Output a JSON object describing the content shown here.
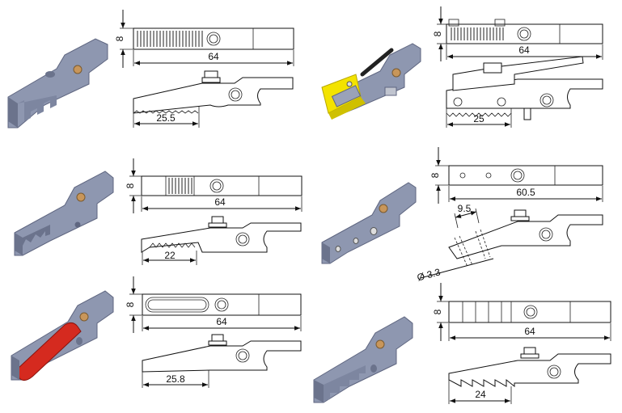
{
  "grippers": [
    {
      "id": "A",
      "height_label": "8",
      "length_label": "64",
      "jaw_label": "25.5",
      "feature": "fine serrations"
    },
    {
      "id": "B",
      "height_label": "8",
      "length_label": "64",
      "jaw_label": "25",
      "feature": "lever clamp with yellow block"
    },
    {
      "id": "C",
      "height_label": "8",
      "length_label": "64",
      "jaw_label": "22",
      "feature": "saw-tooth jaw"
    },
    {
      "id": "D",
      "height_label": "8",
      "length_label": "60.5",
      "pitch_label": "9.5",
      "hole_label": "Ø 3.3",
      "feature": "three holes"
    },
    {
      "id": "E",
      "height_label": "8",
      "length_label": "64",
      "jaw_label": "25.8",
      "feature": "red pad insert"
    },
    {
      "id": "F",
      "height_label": "8",
      "length_label": "64",
      "jaw_label": "24",
      "feature": "large teeth"
    }
  ],
  "colors": {
    "body": "#8e97b0",
    "body_dark": "#5f6680",
    "brass": "#c8965a",
    "red_pad": "#d52a1f",
    "yellow_block": "#f3e300"
  }
}
